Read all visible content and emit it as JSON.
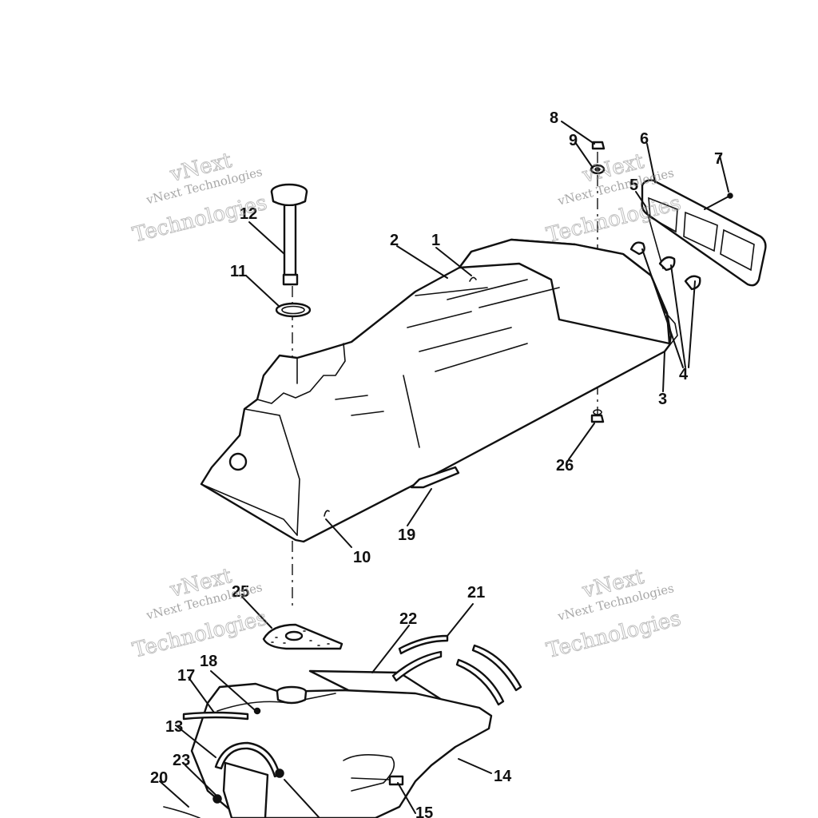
{
  "watermark": {
    "brand": "vNext",
    "company": "vNext Technologies",
    "word": "Technologies"
  },
  "callouts": {
    "c1": "1",
    "c2": "2",
    "c3": "3",
    "c4": "4",
    "c5": "5",
    "c6": "6",
    "c7": "7",
    "c8": "8",
    "c9": "9",
    "c10": "10",
    "c11": "11",
    "c12": "12",
    "c13": "13",
    "c14": "14",
    "c15": "15",
    "c17": "17",
    "c18": "18",
    "c19": "19",
    "c20": "20",
    "c21": "21",
    "c22": "22",
    "c23": "23",
    "c25": "25",
    "c26": "26"
  },
  "colors": {
    "ink": "#111111",
    "watermark": "#8a8a8a",
    "background": "#ffffff"
  }
}
